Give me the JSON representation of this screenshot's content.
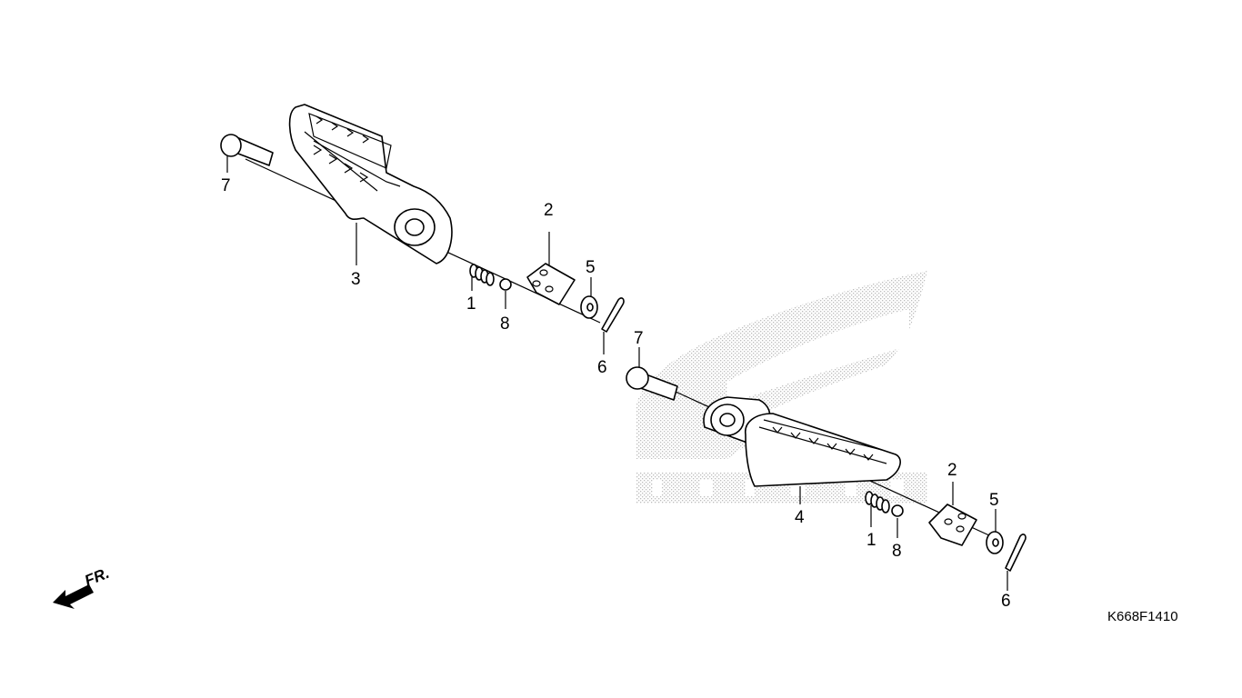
{
  "diagram": {
    "code": "K668F1410",
    "direction_label": "FR.",
    "callouts": [
      {
        "id": "left-7",
        "text": "7"
      },
      {
        "id": "left-3",
        "text": "3"
      },
      {
        "id": "left-1",
        "text": "1"
      },
      {
        "id": "left-8",
        "text": "8"
      },
      {
        "id": "left-2",
        "text": "2"
      },
      {
        "id": "left-5",
        "text": "5"
      },
      {
        "id": "left-6",
        "text": "6"
      },
      {
        "id": "right-7",
        "text": "7"
      },
      {
        "id": "right-4",
        "text": "4"
      },
      {
        "id": "right-1",
        "text": "1"
      },
      {
        "id": "right-8",
        "text": "8"
      },
      {
        "id": "right-2",
        "text": "2"
      },
      {
        "id": "right-5",
        "text": "5"
      },
      {
        "id": "right-6",
        "text": "6"
      }
    ],
    "watermark_logo": "wing-logo",
    "colors": {
      "line": "#000000",
      "watermark": "#c8c8c8"
    }
  }
}
